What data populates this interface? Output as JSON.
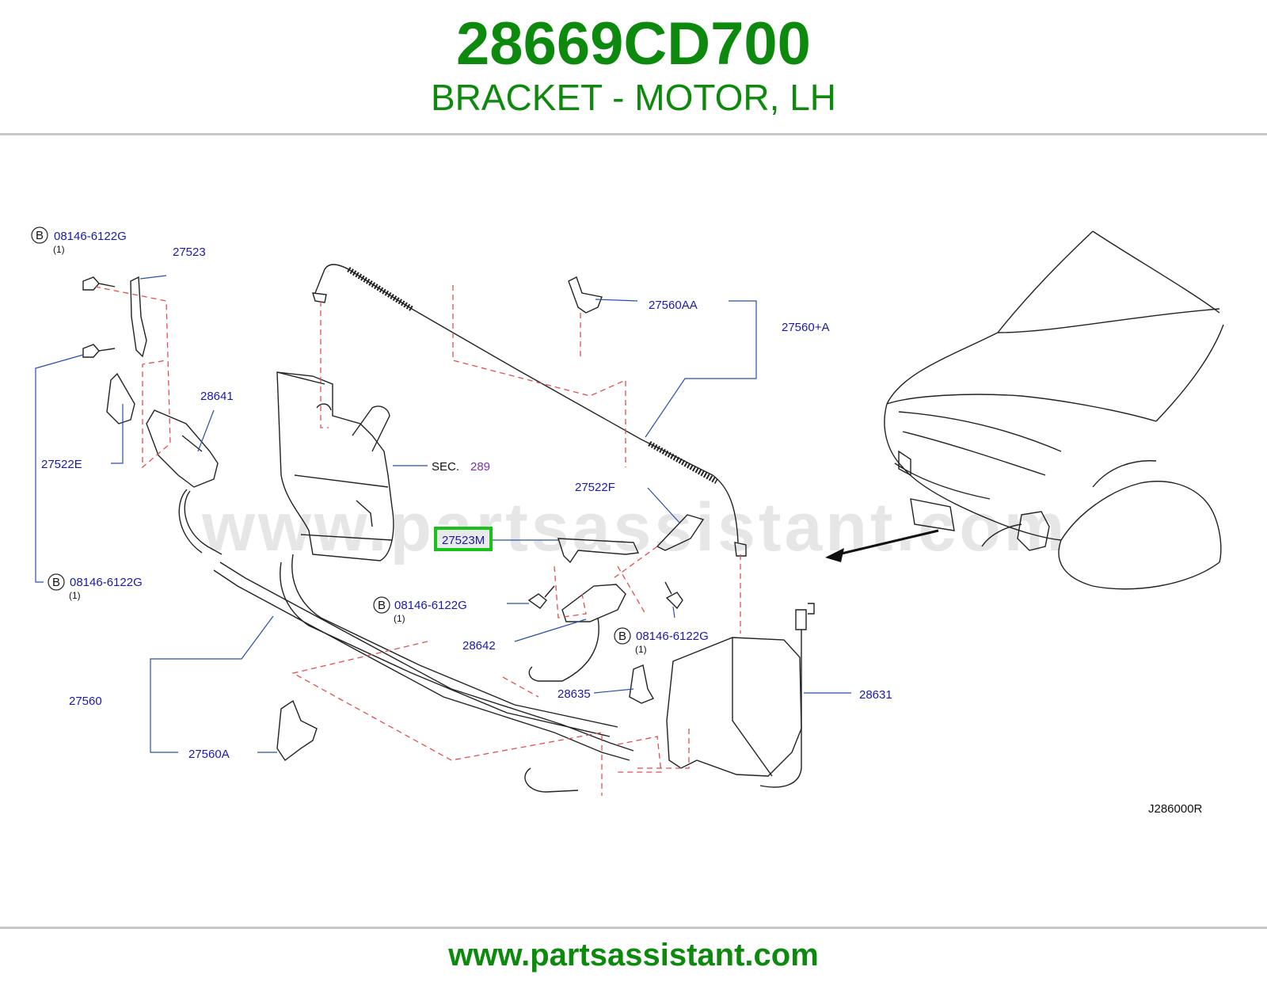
{
  "header": {
    "part_number": "28669CD700",
    "part_name": "BRACKET - MOTOR, LH"
  },
  "diagram": {
    "watermark": "www.partsassistant.com",
    "diagram_code": "J286000R",
    "section_ref": {
      "prefix": "SEC.",
      "number": "289"
    },
    "highlight_color": "#19c219",
    "labels": {
      "bolt_top": {
        "circle": "B",
        "code": "08146-6122G",
        "qty": "(1)"
      },
      "bolt_left_bottom": {
        "circle": "B",
        "code": "08146-6122G",
        "qty": "(1)"
      },
      "bolt_mid": {
        "circle": "B",
        "code": "08146-6122G",
        "qty": "(1)"
      },
      "bolt_right": {
        "circle": "B",
        "code": "08146-6122G",
        "qty": "(1)"
      },
      "p27523": "27523",
      "p28641": "28641",
      "p27522e": "27522E",
      "p27560aa": "27560AA",
      "p27560a_plus": "27560+A",
      "p27522f": "27522F",
      "p27523m": "27523M",
      "p28642": "28642",
      "p28635": "28635",
      "p28631": "28631",
      "p27560": "27560",
      "p27560a": "27560A"
    }
  },
  "footer": {
    "url": "www.partsassistant.com"
  }
}
